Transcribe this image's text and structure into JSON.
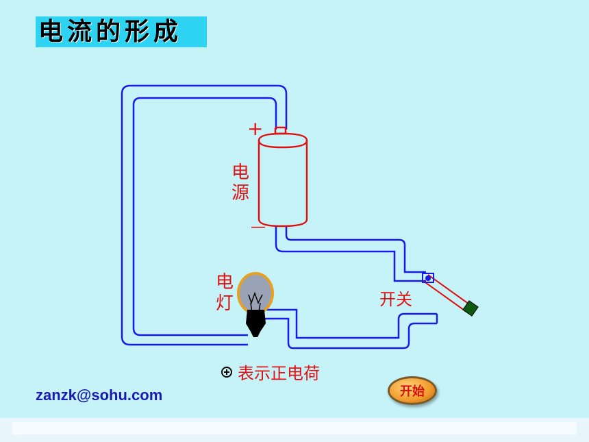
{
  "title": "电流的形成",
  "labels": {
    "power_source": [
      "电",
      "源"
    ],
    "bulb": [
      "电",
      "灯"
    ],
    "switch": "开关",
    "plus": "+",
    "minus": "—"
  },
  "legend": {
    "text": "表示正电荷"
  },
  "footer": {
    "email": "zanzk@sohu.com"
  },
  "controls": {
    "start_label": "开始"
  },
  "colors": {
    "background": "#c5f3f8",
    "title_bg": "#2ed3f2",
    "wire": "#1a1ae6",
    "battery": "#e01010",
    "label": "#e01010"
  }
}
